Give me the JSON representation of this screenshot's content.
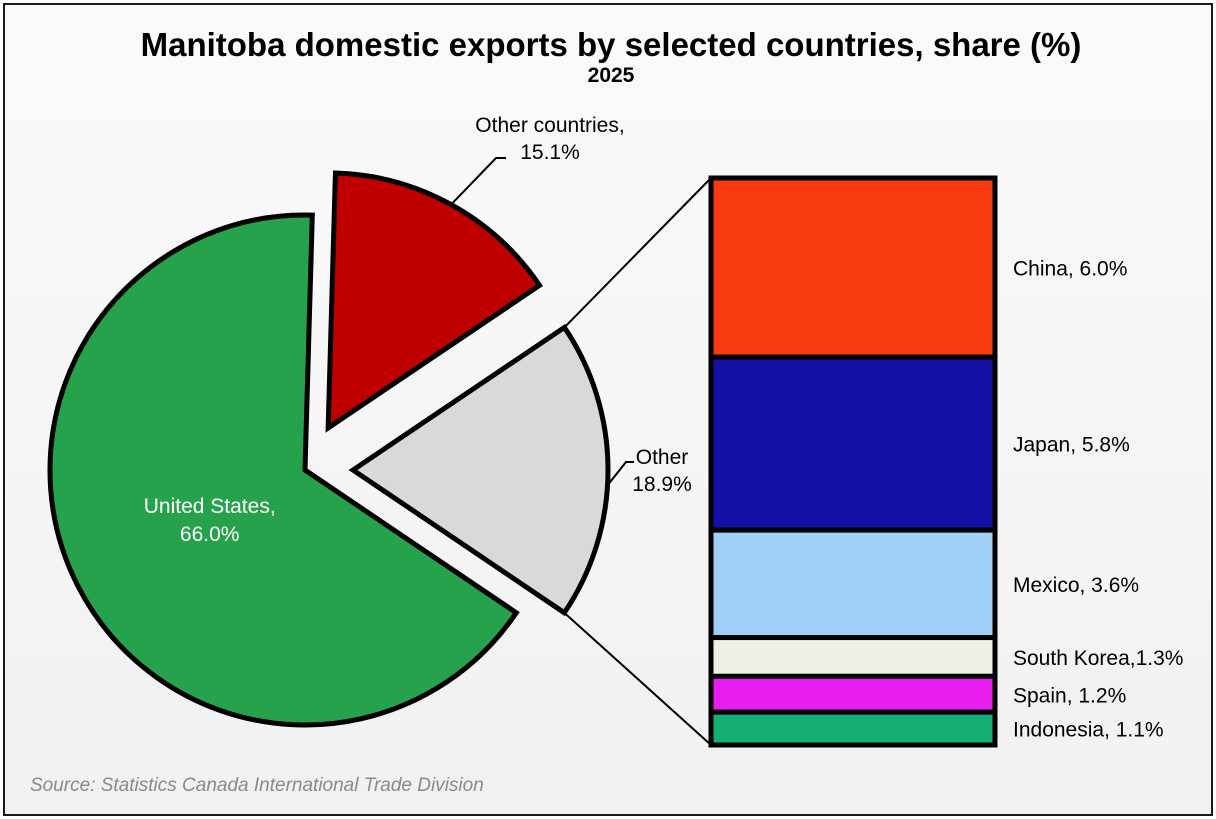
{
  "chart_data": {
    "type": "pie",
    "title": "Manitoba domestic exports by selected countries, share (%)",
    "subtitle": "2025",
    "source": "Source:  Statistics Canada International Trade Division",
    "unit": "%",
    "pie_slices": [
      {
        "name": "United States",
        "value": 66.0,
        "label_line1": "United States,",
        "label_line2": "66.0%",
        "color": "#27a24c"
      },
      {
        "name": "Other countries",
        "value": 15.1,
        "label_line1": "Other countries,",
        "label_line2": "15.1%",
        "color": "#c00000"
      },
      {
        "name": "Other",
        "value": 18.9,
        "label_line1": "Other",
        "label_line2": "18.9%",
        "color": "#d9d9d9"
      }
    ],
    "breakdown_of": "Other",
    "bar_segments": [
      {
        "name": "China",
        "value": 6.0,
        "label": "China, 6.0%",
        "color": "#f83c10"
      },
      {
        "name": "Japan",
        "value": 5.8,
        "label": "Japan, 5.8%",
        "color": "#1410a6"
      },
      {
        "name": "Mexico",
        "value": 3.6,
        "label": "Mexico, 3.6%",
        "color": "#a0cff8"
      },
      {
        "name": "South Korea",
        "value": 1.3,
        "label": "South Korea,1.3%",
        "color": "#ecf0e2"
      },
      {
        "name": "Spain",
        "value": 1.2,
        "label": "Spain, 1.2%",
        "color": "#e81ef0"
      },
      {
        "name": "Indonesia",
        "value": 1.1,
        "label": "Indonesia, 1.1%",
        "color": "#14b072"
      }
    ]
  }
}
